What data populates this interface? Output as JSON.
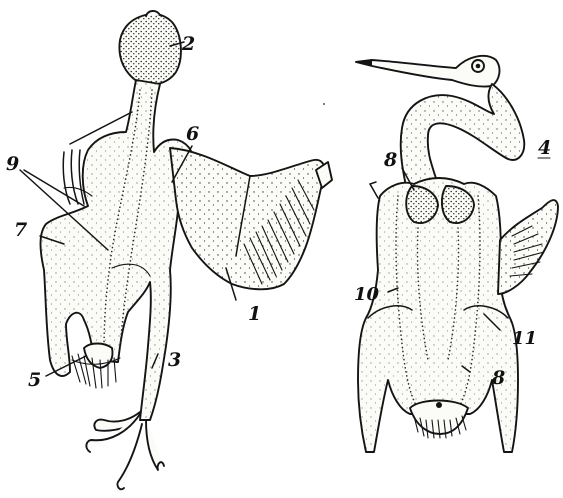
{
  "figure": {
    "left_specimen": {
      "labels": {
        "l1": "1",
        "l2": "2",
        "l3": "3",
        "l5": "5",
        "l6": "6",
        "l7": "7",
        "l9": "9"
      }
    },
    "right_specimen": {
      "labels": {
        "l4": "4",
        "l8a": "8",
        "l8b": "8",
        "l10": "10",
        "l11": "11"
      }
    },
    "ink_color": "#141414",
    "paper_color": "#ffffff"
  }
}
